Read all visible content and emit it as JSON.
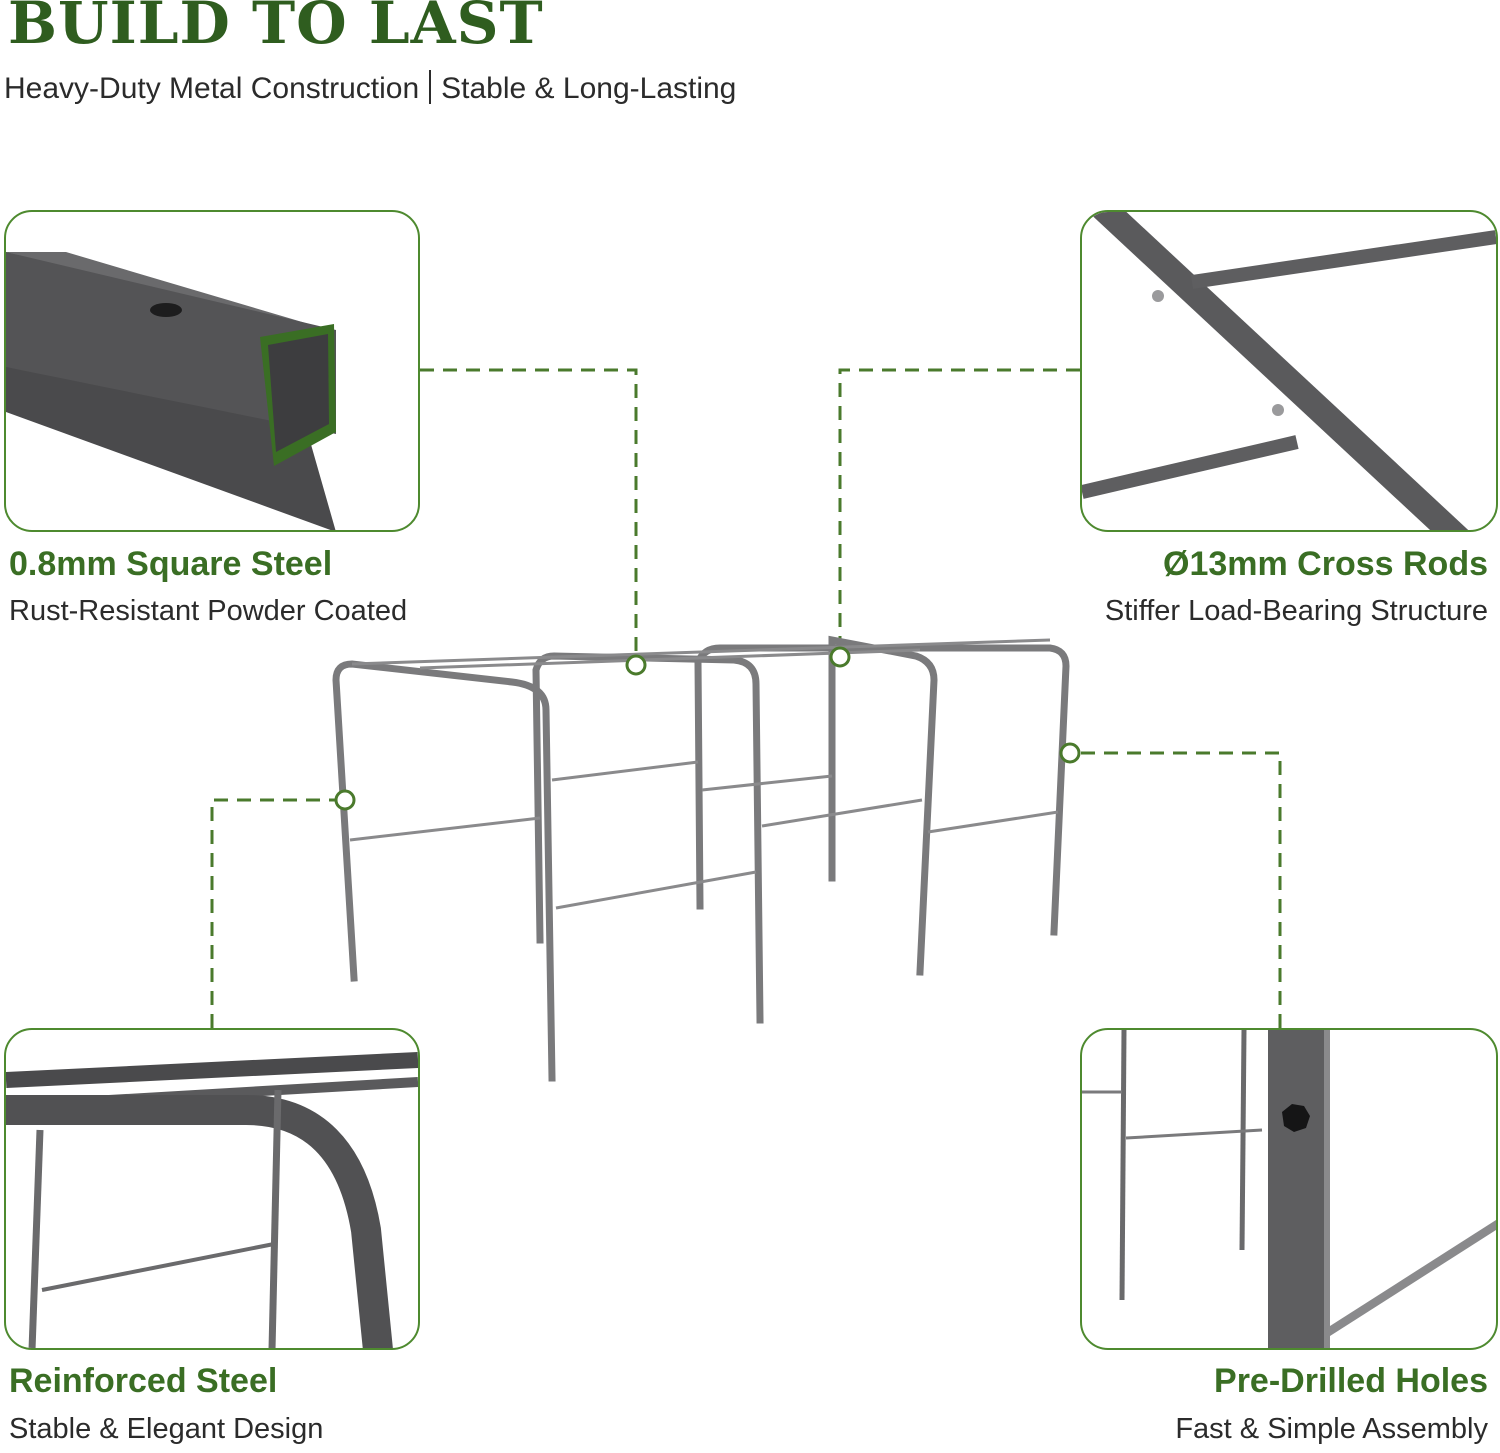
{
  "header": {
    "title": "BUILD TO LAST",
    "subtitle_left": "Heavy-Duty Metal Construction",
    "subtitle_right": "Stable & Long-Lasting"
  },
  "features": [
    {
      "title": "0.8mm Square Steel",
      "subtitle": "Rust-Resistant Powder Coated"
    },
    {
      "title": "Ø13mm Cross Rods",
      "subtitle": "Stiffer Load-Bearing Structure"
    },
    {
      "title": "Reinforced Steel",
      "subtitle": "Stable & Elegant Design"
    },
    {
      "title": "Pre-Drilled Holes",
      "subtitle": "Fast & Simple Assembly"
    }
  ],
  "colors": {
    "accent": "#3a6e24",
    "steel": "#5f5f60",
    "border": "#4e8a2f"
  }
}
